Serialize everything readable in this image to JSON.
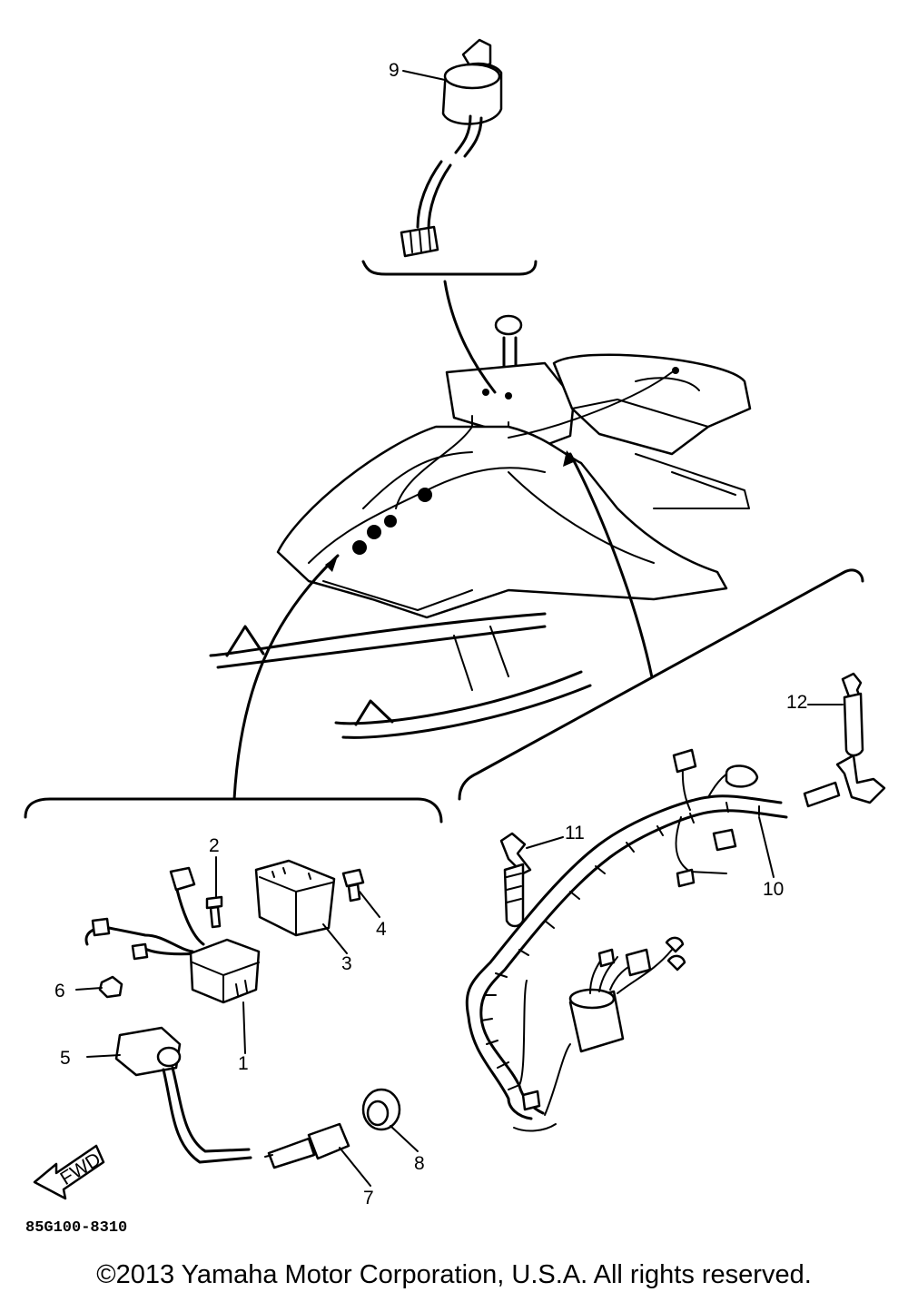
{
  "diagram": {
    "drawing_code": "85G100-8310",
    "copyright": "©2013 Yamaha Motor Corporation, U.S.A. All rights reserved.",
    "fwd_label": "FWD",
    "callouts": [
      {
        "id": "1",
        "text": "1"
      },
      {
        "id": "2",
        "text": "2"
      },
      {
        "id": "3",
        "text": "3"
      },
      {
        "id": "4",
        "text": "4"
      },
      {
        "id": "5",
        "text": "5"
      },
      {
        "id": "6",
        "text": "6"
      },
      {
        "id": "7",
        "text": "7"
      },
      {
        "id": "8",
        "text": "8"
      },
      {
        "id": "9",
        "text": "9"
      },
      {
        "id": "10",
        "text": "10"
      },
      {
        "id": "11",
        "text": "11"
      },
      {
        "id": "12",
        "text": "12"
      }
    ]
  }
}
